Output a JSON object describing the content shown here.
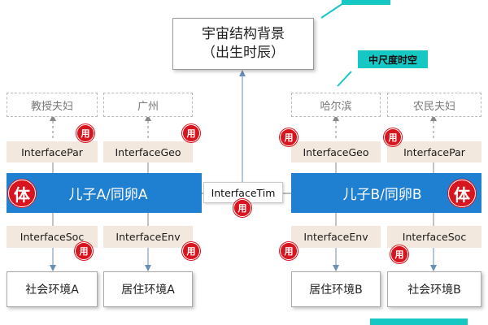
{
  "top": {
    "line1": "宇宙结构背景",
    "line2": "（出生时辰）"
  },
  "note": {
    "label": "中尺度时空"
  },
  "center": {
    "label": "InterfaceTim"
  },
  "badge_use": "用",
  "badge_body": "体",
  "left": {
    "origins": [
      "教授夫妇",
      "广州"
    ],
    "upper_ifaces": [
      "InterfacePar",
      "InterfaceGeo"
    ],
    "band": "儿子A/同卵A",
    "lower_ifaces": [
      "InterfaceSoc",
      "InterfaceEnv"
    ],
    "bottoms": [
      "社会环境A",
      "居住环境A"
    ]
  },
  "right": {
    "origins": [
      "哈尔滨",
      "农民夫妇"
    ],
    "upper_ifaces": [
      "InterfaceGeo",
      "InterfacePar"
    ],
    "band": "儿子B/同卵B",
    "lower_ifaces": [
      "InterfaceEnv",
      "InterfaceSoc"
    ],
    "bottoms": [
      "居住环境B",
      "社会环境B"
    ]
  },
  "colors": {
    "band": "#1f7fd0",
    "badge": "#d8141e",
    "note": "#16c8c4",
    "iface_bg": "#f2e8de"
  }
}
